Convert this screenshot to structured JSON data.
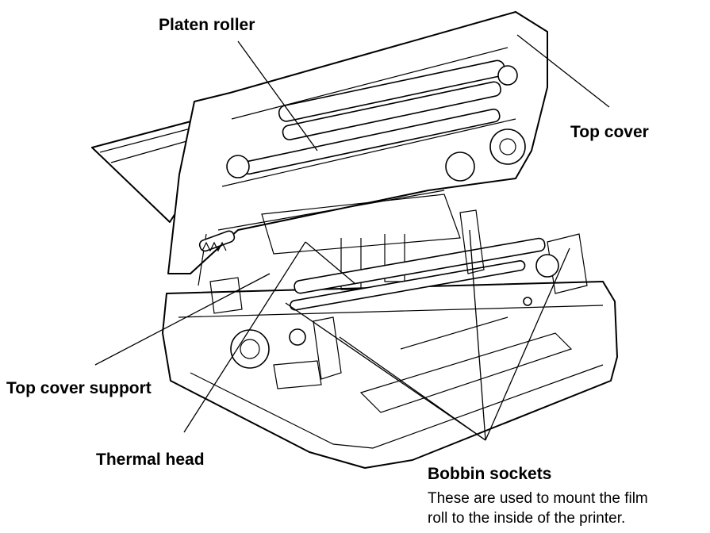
{
  "labels": {
    "platen_roller": "Platen roller",
    "top_cover": "Top cover",
    "top_cover_support": "Top cover support",
    "thermal_head": "Thermal head",
    "bobbin_sockets": "Bobbin sockets",
    "bobbin_description_line1": "These are used to mount the film",
    "bobbin_description_line2": "roll to the inside of the printer."
  },
  "colors": {
    "line": "#000000",
    "background": "#ffffff"
  }
}
